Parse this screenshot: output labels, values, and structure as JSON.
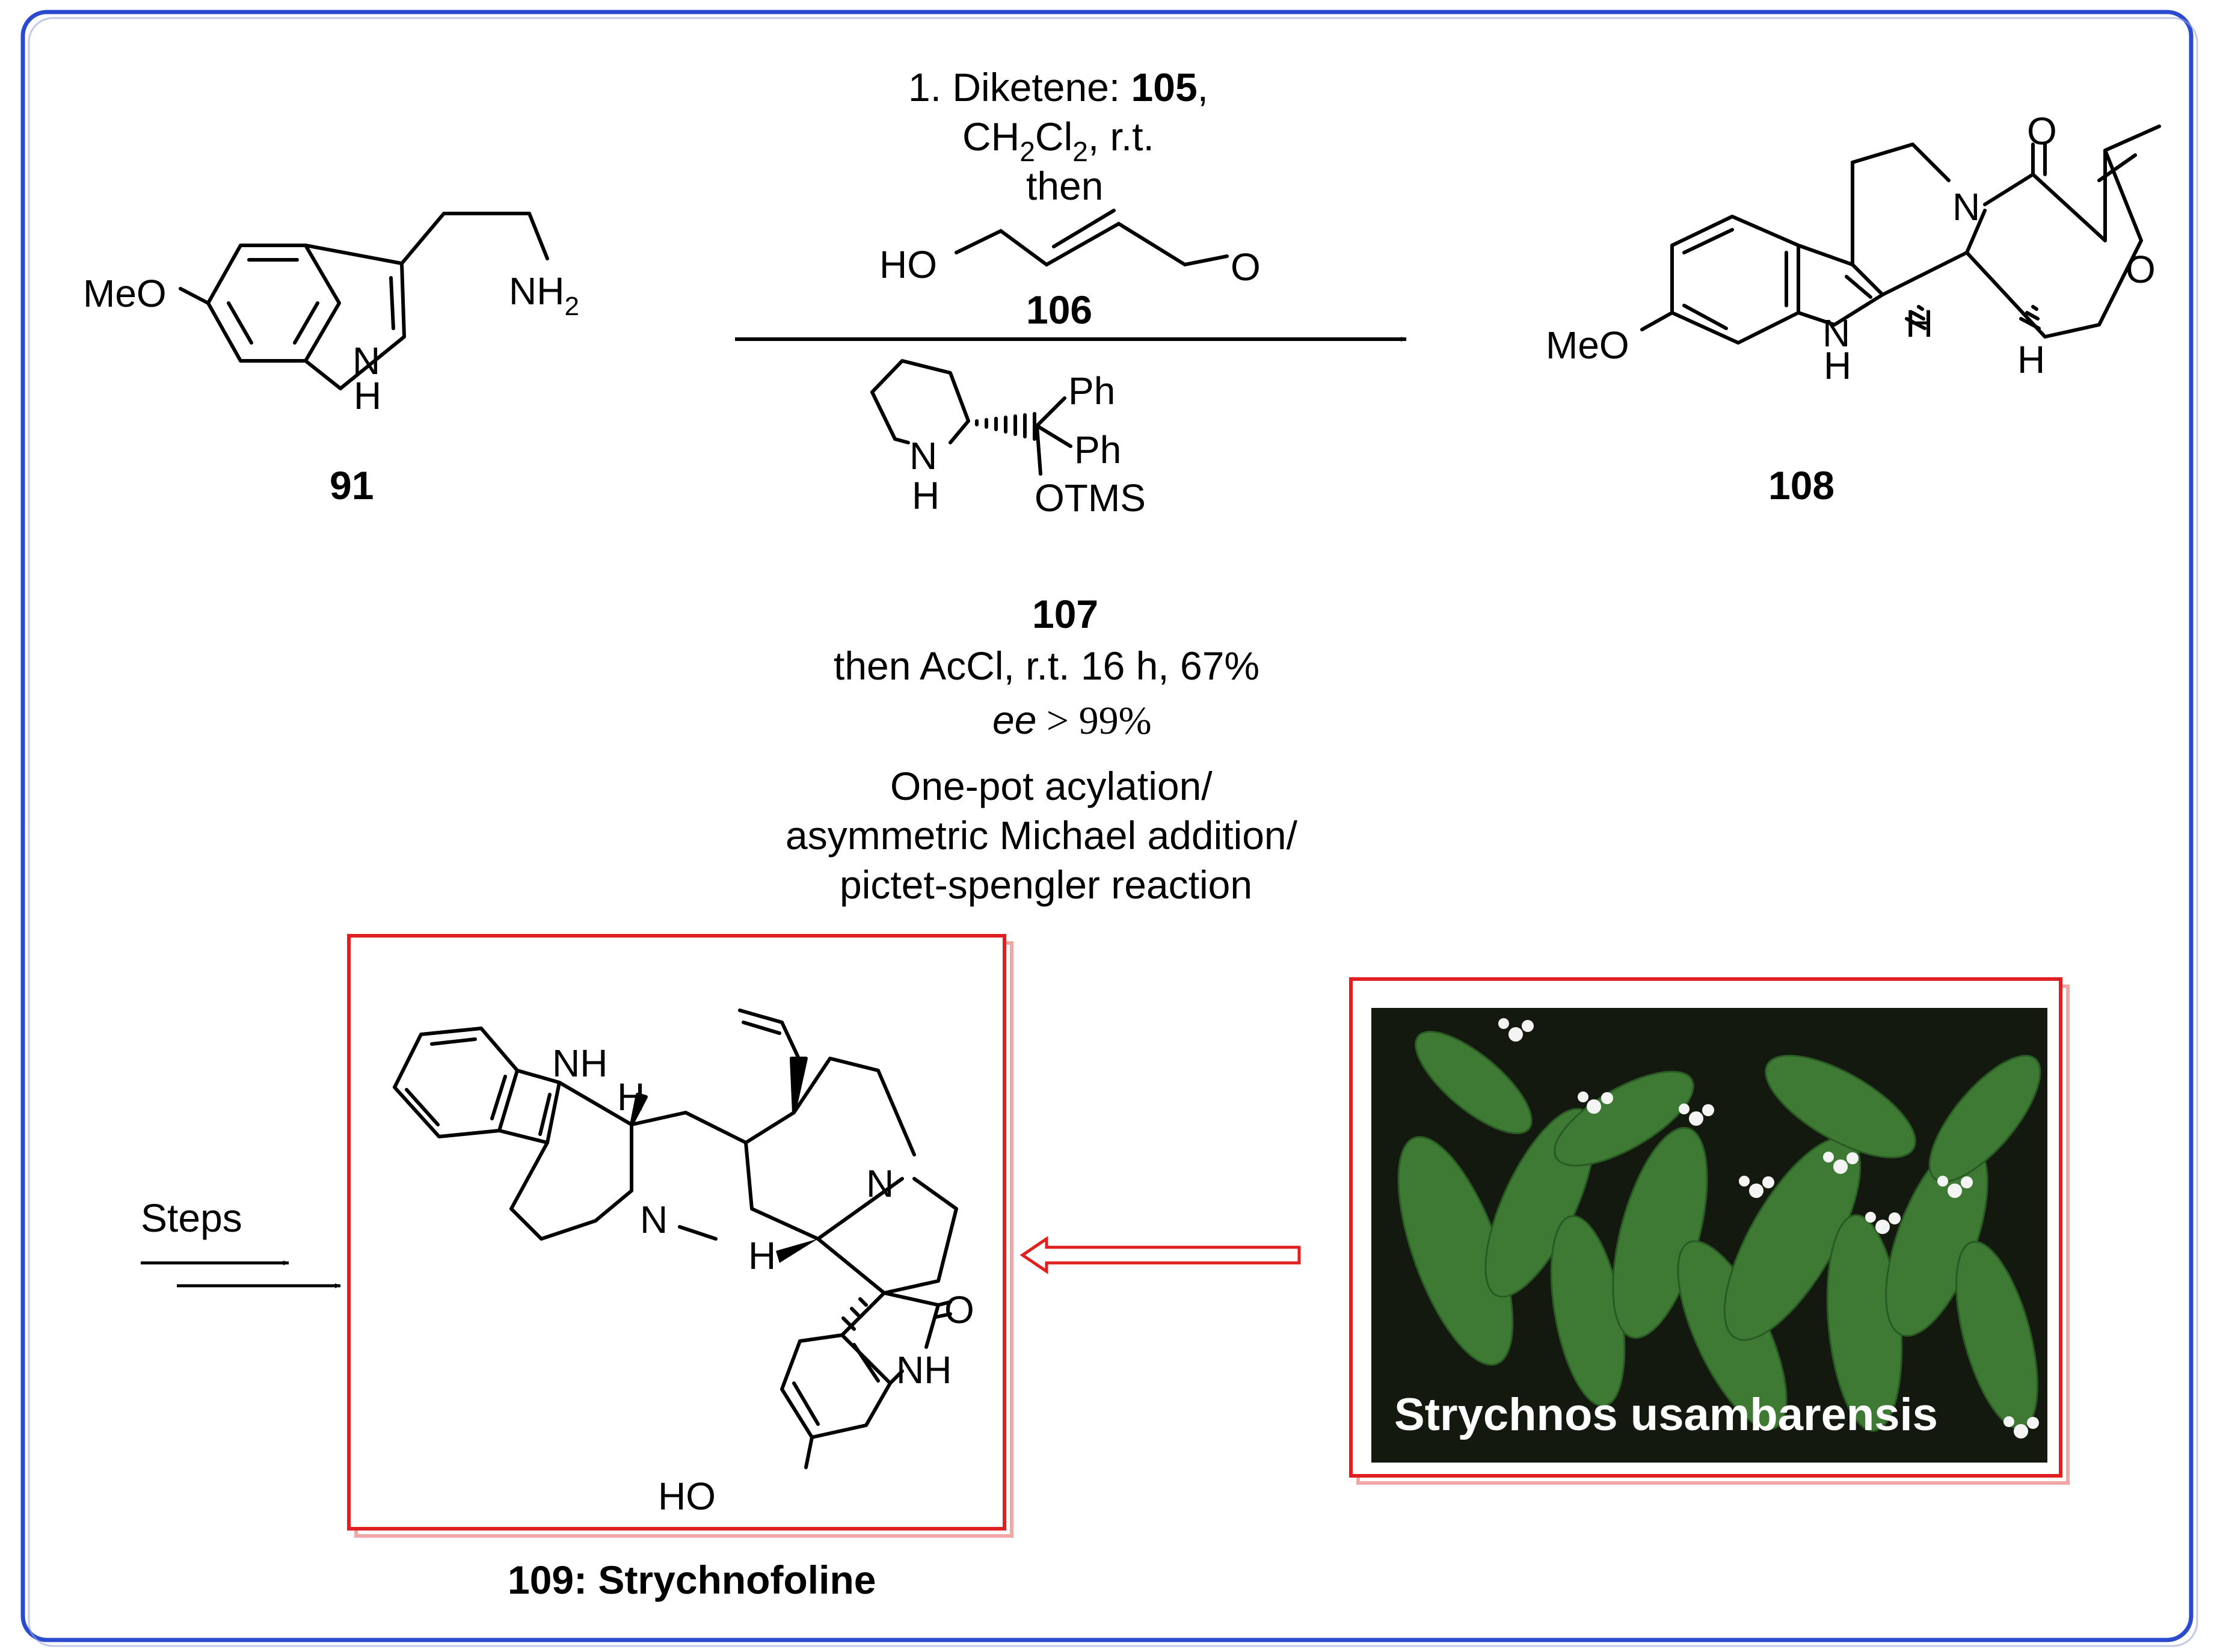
{
  "compound_91": {
    "label": "91",
    "meo": "MeO",
    "nh2_n": "NH",
    "nh2_sub": "2",
    "nh_n": "N",
    "nh_h": "H"
  },
  "reagents_above": {
    "line1_prefix": "1. Diketene: ",
    "line1_bold": "105",
    "line1_suffix": ",",
    "line2_a": "CH",
    "line2_sub1": "2",
    "line2_b": "Cl",
    "line2_sub2": "2",
    "line2_c": ", r.t.",
    "line3": "then",
    "aldehyde_ho": "HO",
    "aldehyde_o": "O",
    "label_106": "106"
  },
  "catalyst_107": {
    "n": "N",
    "h": "H",
    "ph1": "Ph",
    "ph2": "Ph",
    "otms": "OTMS",
    "label": "107"
  },
  "conditions_below": {
    "line1": "then AcCl, r.t. 16 h, 67%",
    "ee_italic": "ee",
    "ee_rest": " > 99%",
    "desc1": "One-pot acylation/",
    "desc2": "asymmetric Michael addition/",
    "desc3": "pictet-spengler reaction"
  },
  "compound_108": {
    "label": "108",
    "meo": "MeO",
    "o_ketone": "O",
    "n": "N",
    "o_ring": "O",
    "nh_n": "N",
    "nh_h": "H",
    "h1": "H",
    "h2": "H"
  },
  "steps_label": "Steps",
  "compound_109": {
    "nh": "NH",
    "h1": "H",
    "n_methyl": "N",
    "n_ring": "N",
    "h2": "H",
    "o": "O",
    "nh2": "NH",
    "ho": "HO",
    "caption": "109: Strychnofoline"
  },
  "photo": {
    "caption": "Strychnos usambarensis"
  },
  "colors": {
    "frame": "#2a4bd0",
    "box": "#e02020",
    "photo_bg": "#14190f",
    "leaf": "#3f7a35",
    "flower": "#f4f4f4"
  }
}
